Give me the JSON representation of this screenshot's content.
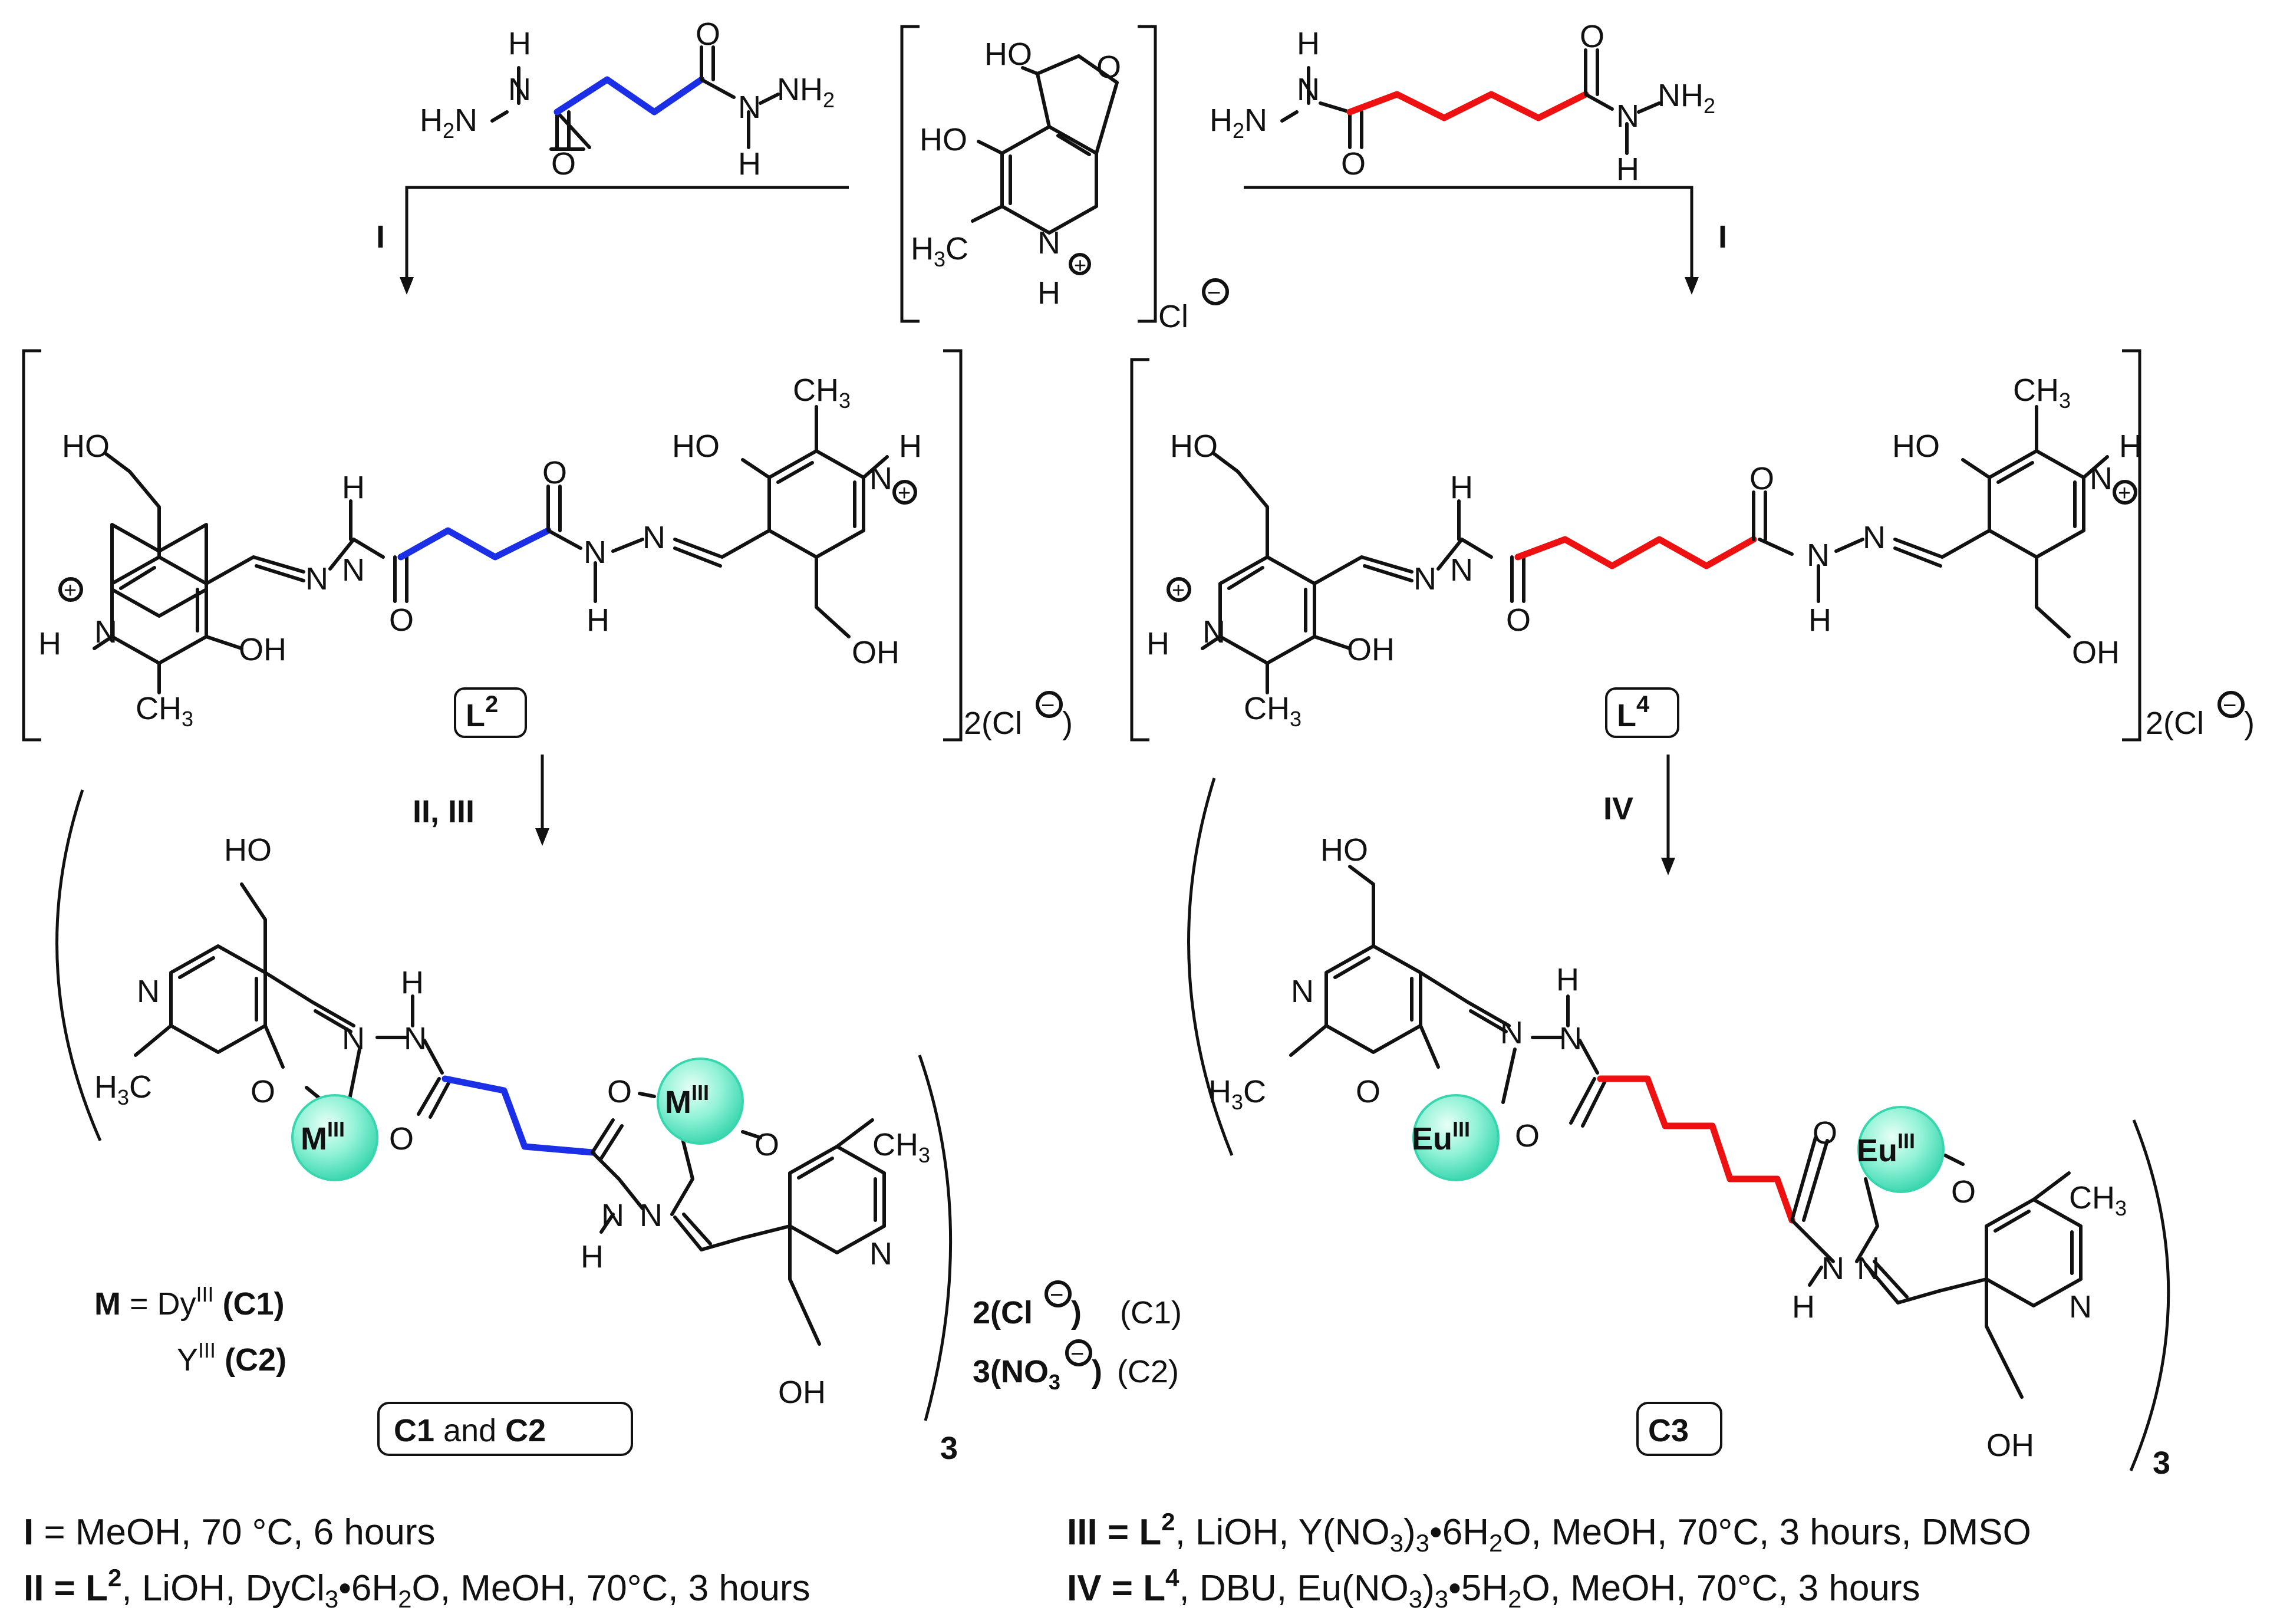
{
  "colors": {
    "succinyl_linker": "#1a2fe6",
    "adipoyl_linker": "#ee1111",
    "metal_sphere": "#7ff0d0",
    "metal_sphere_edge": "#38d6ae"
  },
  "atoms": {
    "H": "H",
    "N": "N",
    "O": "O",
    "HO": "HO",
    "OH": "OH",
    "NH2": "NH",
    "H2N": "H",
    "two": "2",
    "three": "3",
    "CH3": "CH",
    "H3C": "H",
    "plus": "+",
    "minus": "−",
    "Cl": "Cl"
  },
  "labels": {
    "L2": "L",
    "L2_sup": "2",
    "L4": "L",
    "L4_sup": "4",
    "C1": "C1",
    "and": "and",
    "C2": "C2",
    "C3": "C3",
    "M": "M",
    "III": "III",
    "Eu": "Eu",
    "counter_2": "2(Cl",
    "counter_close": ")",
    "counter_C1": "(C1)",
    "counter_3": "3(NO",
    "counter_C2": "(C2)",
    "legend_M": "M",
    "legend_eq": " = Dy",
    "legend_C1": "(C1)",
    "legend_Y": "Y",
    "legend_C2": "(C2)",
    "subscript_3": "3"
  },
  "arrows": {
    "I": "I",
    "II_III": "II, III",
    "IV": "IV"
  },
  "conditions": {
    "I_label": "I",
    "I_text": "= MeOH, 70 °C, 6 hours",
    "II_label": "II =",
    "II_text_pre": ", LiOH, DyCl",
    "II_text_mid": "•6H",
    "II_text_post": "O, MeOH, 70°C, 3 hours",
    "III_label": "III =",
    "III_text_pre": ", LiOH, Y(NO",
    "III_text_mid": "•6H",
    "III_text_post": "O,   MeOH, 70°C, 3 hours, DMSO",
    "IV_label": "IV =",
    "IV_text_pre": ", DBU,  Eu(NO",
    "IV_text_mid": "•5H",
    "IV_text_post": "O, MeOH, 70°C, 3 hours",
    "L": "L",
    "two": "2",
    "four": "4",
    "three": "3"
  }
}
